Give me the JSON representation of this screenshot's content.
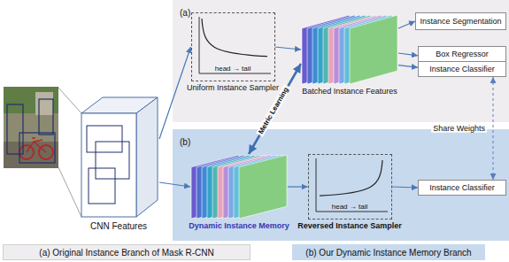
{
  "diagram": {
    "nodes": [
      {
        "text": [
          "CNN Features"
        ]
      },
      {
        "text": [
          "(a)"
        ]
      },
      {
        "text": [
          "head → tail",
          "Uniform Instance Sampler"
        ],
        "in": 1
      },
      {
        "text": [
          "Batched Instance Features"
        ],
        "in": 1
      },
      {
        "text": [
          "Instance Segmentation"
        ],
        "in": 1
      },
      {
        "text": [
          "Box Regressor"
        ],
        "in": 1
      },
      {
        "text": [
          "Instance Classifier"
        ],
        "in": 1
      },
      {
        "text": [
          "(b)"
        ]
      },
      {
        "text": [
          "Dynamic Instance Memory"
        ],
        "in": 7
      },
      {
        "text": [
          "head → tail",
          "Reversed Instance Sampler"
        ],
        "in": 7
      },
      {
        "text": [
          "Instance Classifier"
        ],
        "in": 7
      },
      {
        "text": [
          "(a) Original Instance Branch of Mask R-CNN"
        ]
      },
      {
        "text": [
          "(b) Our Dynamic Instance Memory Branch"
        ]
      }
    ],
    "edges": [
      {
        "from": 0,
        "to": 2,
        "arrow": "to"
      },
      {
        "from": 0,
        "to": 8,
        "arrow": "to"
      },
      {
        "from": 2,
        "to": 3,
        "arrow": "to"
      },
      {
        "from": 3,
        "to": 4,
        "arrow": "to"
      },
      {
        "from": 3,
        "to": 5,
        "arrow": "to"
      },
      {
        "from": 3,
        "to": 6,
        "arrow": "to"
      },
      {
        "from": 3,
        "to": 8,
        "label": "Metric Learning",
        "arrow": "both"
      },
      {
        "from": 8,
        "to": 9,
        "arrow": "to"
      },
      {
        "from": 9,
        "to": 10,
        "arrow": "to"
      },
      {
        "from": 6,
        "to": 10,
        "label": "Share Weights",
        "arrow": "both"
      }
    ]
  }
}
